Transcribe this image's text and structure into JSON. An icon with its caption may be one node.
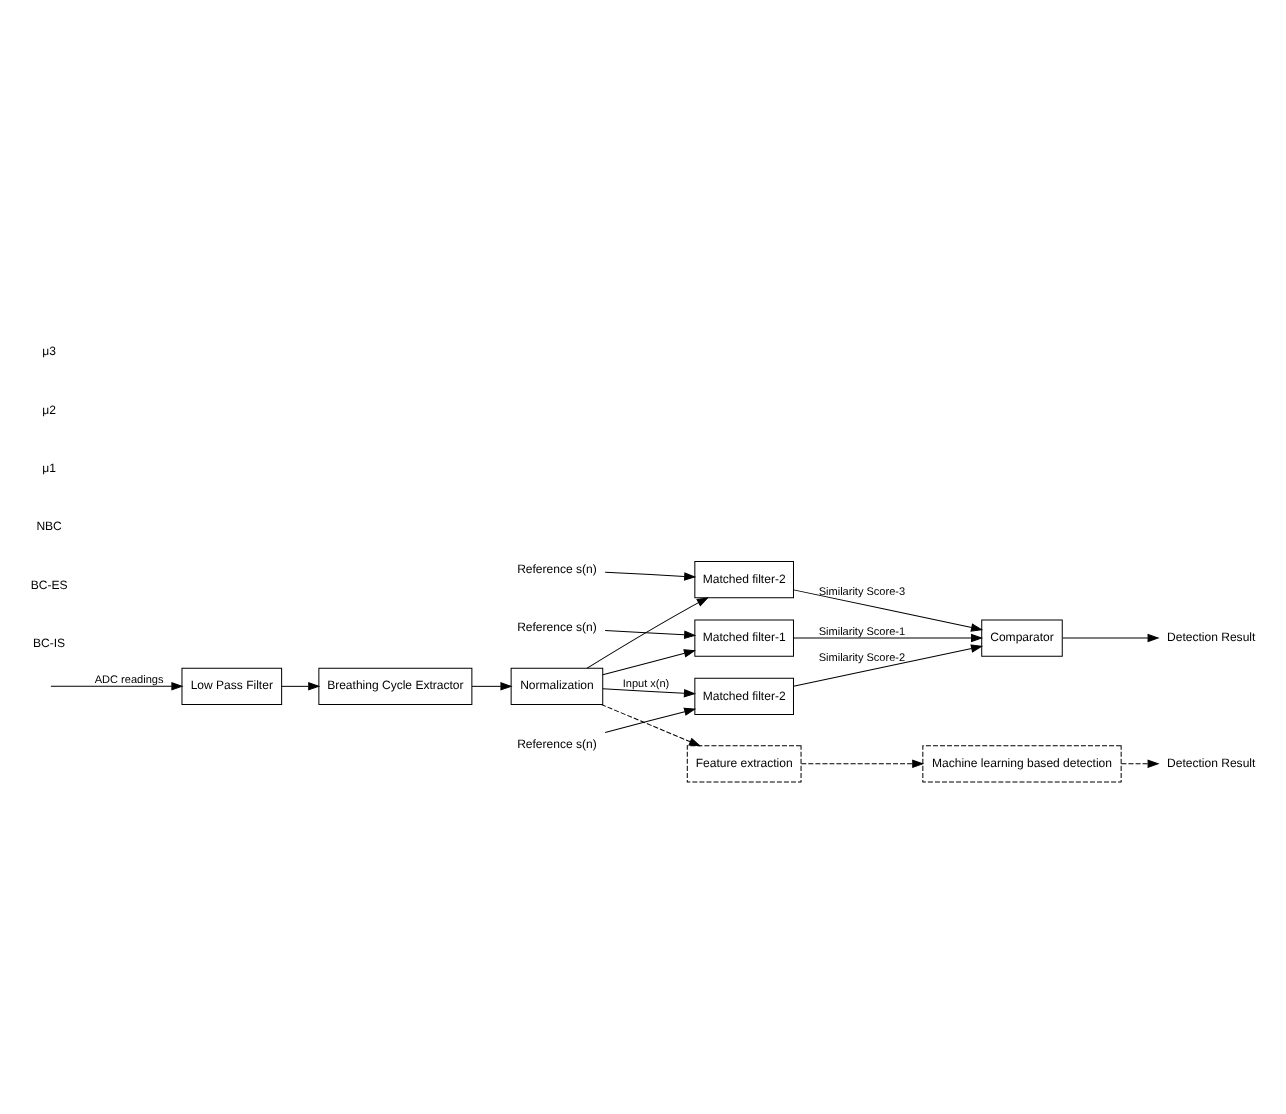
{
  "diagram": {
    "nodes": [
      {
        "text": [
          "Low Pass Filter"
        ]
      },
      {
        "text": [
          "Breathing Cycle Extractor"
        ]
      },
      {
        "text": [
          "Normalization"
        ]
      },
      {
        "text": [
          "Matched filter-1"
        ]
      },
      {
        "text": [
          "Matched filter-2"
        ]
      },
      {
        "text": [
          "Matched filter-2"
        ]
      },
      {
        "text": [
          "Comparator"
        ]
      },
      {
        "text": [
          "Feature extraction"
        ]
      },
      {
        "text": [
          "Machine learning based detection"
        ]
      },
      {
        "text": [
          "Detection Result"
        ]
      },
      {
        "text": [
          "Detection Result"
        ]
      },
      {
        "text": [
          "Reference s(n)"
        ]
      },
      {
        "text": [
          "Reference s(n)"
        ]
      },
      {
        "text": [
          "Reference s(n)"
        ]
      }
    ],
    "edges": [
      {
        "from": null,
        "to": 0,
        "arrow": "to",
        "label": "ADC readings"
      },
      {
        "from": 0,
        "to": 1,
        "arrow": "to"
      },
      {
        "from": 1,
        "to": 2,
        "arrow": "to"
      },
      {
        "from": 2,
        "to": 3,
        "arrow": "to"
      },
      {
        "from": 2,
        "to": 4,
        "arrow": "to",
        "label": "Input x(n)"
      },
      {
        "from": 2,
        "to": 5,
        "arrow": "to"
      },
      {
        "from": 2,
        "to": 7,
        "arrow": "to",
        "style": "dashed"
      },
      {
        "from": 11,
        "to": 3,
        "arrow": "to"
      },
      {
        "from": 12,
        "to": 4,
        "arrow": "to"
      },
      {
        "from": 13,
        "to": 5,
        "arrow": "to"
      },
      {
        "from": 3,
        "to": 6,
        "arrow": "to",
        "label": "Similarity Score-1"
      },
      {
        "from": 4,
        "to": 6,
        "arrow": "to",
        "label": "Similarity Score-2"
      },
      {
        "from": 5,
        "to": 6,
        "arrow": "to",
        "label": "Similarity Score-3"
      },
      {
        "from": 6,
        "to": 9,
        "arrow": "to"
      },
      {
        "from": 7,
        "to": 8,
        "arrow": "to",
        "style": "dashed"
      },
      {
        "from": 8,
        "to": 10,
        "arrow": "to",
        "style": "dashed"
      }
    ],
    "labels": [
      "BC-IS",
      "BC-ES",
      "NBC",
      "μ1",
      "μ2",
      "μ3"
    ]
  }
}
